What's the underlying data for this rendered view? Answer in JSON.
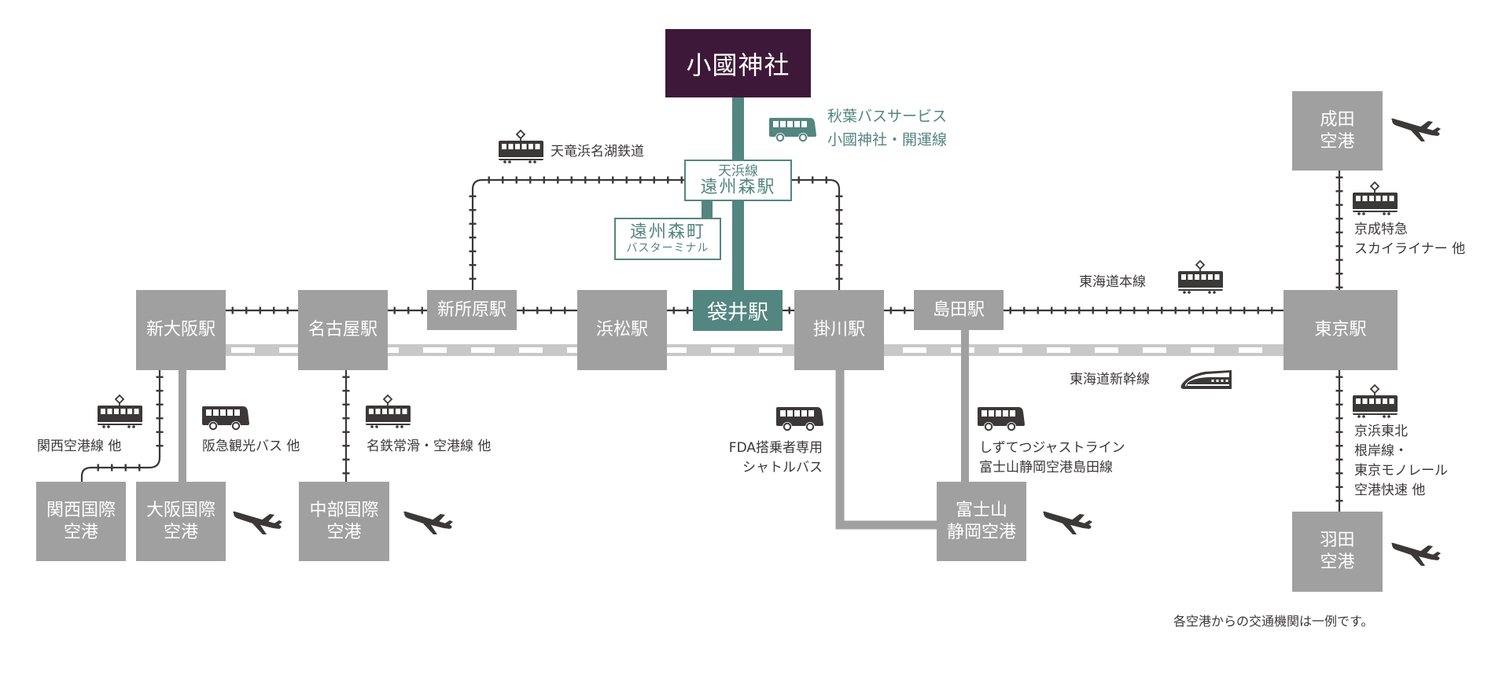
{
  "colors": {
    "shrine": "#3e1838",
    "teal": "#538581",
    "station_gray": "#a0a0a0",
    "shinkansen_band": "#c8c8c8",
    "rail": "#3c3838",
    "text": "#3c3838"
  },
  "destination": {
    "name": "小國神社"
  },
  "shrine_bus": {
    "icon": "bus-icon",
    "lines": [
      "秋葉バスサービス",
      "小國神社・開運線"
    ]
  },
  "tenhama": {
    "line_label": "天竜浜名湖鉄道",
    "icon": "train-icon",
    "station": {
      "line": "天浜線",
      "name": "遠州森駅"
    }
  },
  "bus_terminal": {
    "name": "遠州森町",
    "sub": "バスターミナル"
  },
  "stations": {
    "shin_osaka": "新大阪駅",
    "nagoya": "名古屋駅",
    "shinjohara": "新所原駅",
    "hamamatsu": "浜松駅",
    "fukuroi": "袋井駅",
    "kakegawa": "掛川駅",
    "shimada": "島田駅",
    "tokyo": "東京駅"
  },
  "lines": {
    "tokaido_main": {
      "label": "東海道本線",
      "icon": "train-icon"
    },
    "tokaido_shinkansen": {
      "label": "東海道新幹線",
      "icon": "shinkansen-icon"
    }
  },
  "airports": {
    "kansai": [
      "関西国際",
      "空港"
    ],
    "itami": [
      "大阪国際",
      "空港"
    ],
    "chubu": [
      "中部国際",
      "空港"
    ],
    "fuji": [
      "富士山",
      "静岡空港"
    ],
    "narita": [
      "成田",
      "空港"
    ],
    "haneda": [
      "羽田",
      "空港"
    ]
  },
  "access_routes": {
    "kansai": {
      "icon": "train-icon",
      "lines": [
        "関西空港線 他"
      ]
    },
    "itami": {
      "icon": "bus-icon",
      "lines": [
        "阪急観光バス 他"
      ]
    },
    "chubu": {
      "icon": "train-icon",
      "lines": [
        "名鉄常滑・空港線 他"
      ]
    },
    "fda": {
      "icon": "bus-icon",
      "lines": [
        "FDA搭乗者専用",
        "シャトルバス"
      ]
    },
    "shizutetsu": {
      "icon": "bus-icon",
      "lines": [
        "しずてつジャストライン",
        "富士山静岡空港島田線"
      ]
    },
    "narita": {
      "icon": "train-icon",
      "lines": [
        "京成特急",
        "スカイライナー 他"
      ]
    },
    "haneda": {
      "icon": "train-icon",
      "lines": [
        "京浜東北",
        "根岸線・",
        "東京モノレール",
        "空港快速 他"
      ]
    }
  },
  "footnote": "各空港からの交通機関は一例です。"
}
